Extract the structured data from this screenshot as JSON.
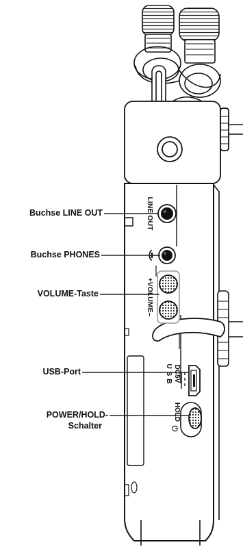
{
  "labels": {
    "line_out": "Buchse LINE OUT",
    "phones": "Buchse PHONES",
    "volume": "VOLUME-Taste",
    "usb": "USB-Port",
    "power_line1": "POWER/HOLD-",
    "power_line2": "Schalter"
  },
  "device_markings": {
    "line_out": "LINE OUT",
    "volume": "+VOLUME–",
    "dc5v": "DC5V",
    "usb": "USB",
    "hold": "HOLD",
    "power_symbol": "⏻"
  },
  "colors": {
    "outline": "#111111",
    "pad": "#333333",
    "callout_line": "#222222"
  }
}
